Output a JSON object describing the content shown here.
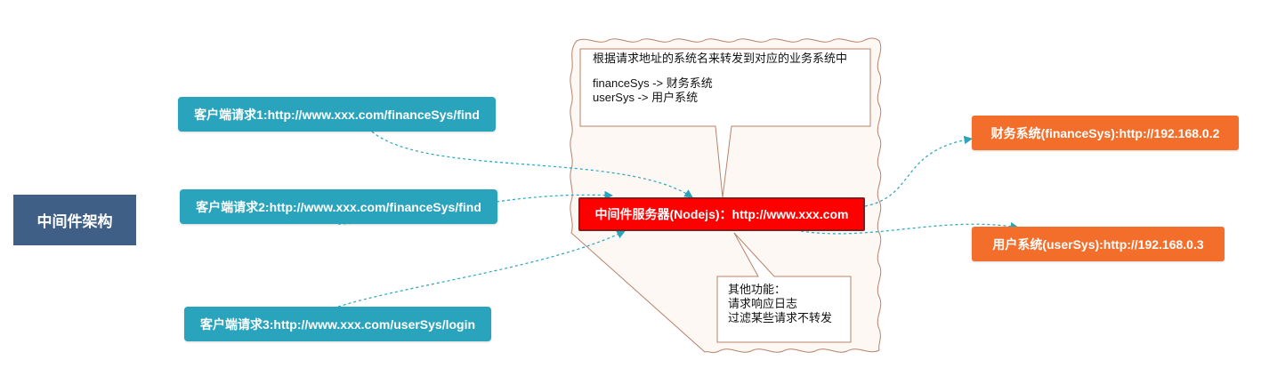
{
  "title": "中间件架构",
  "clients": [
    {
      "label": "客户端请求1:http://www.xxx.com/financeSys/find"
    },
    {
      "label": "客户端请求2:http://www.xxx.com/financeSys/find"
    },
    {
      "label": "客户端请求3:http://www.xxx.com/userSys/login"
    }
  ],
  "server": {
    "label": "中间件服务器(Nodejs)：http://www.xxx.com"
  },
  "targets": [
    {
      "label": "财务系统(financeSys):http://192.168.0.2"
    },
    {
      "label": "用户系统(userSys):http://192.168.0.3"
    }
  ],
  "routing_note": {
    "heading": "根据请求地址的系统名来转发到对应的业务系统中",
    "lines": [
      "financeSys -> 财务系统",
      "userSys -> 用户系统"
    ]
  },
  "features_note": {
    "heading": "其他功能：",
    "lines": [
      "请求响应日志",
      "过滤某些请求不转发"
    ]
  },
  "colors": {
    "title_bg": "#3f5f86",
    "client_bg": "#2aa4bd",
    "server_bg": "#ff0000",
    "target_bg": "#f36e2b",
    "connector": "#2aa4bd",
    "container_bg": "#fdf8f3",
    "container_border": "#b8826a"
  }
}
